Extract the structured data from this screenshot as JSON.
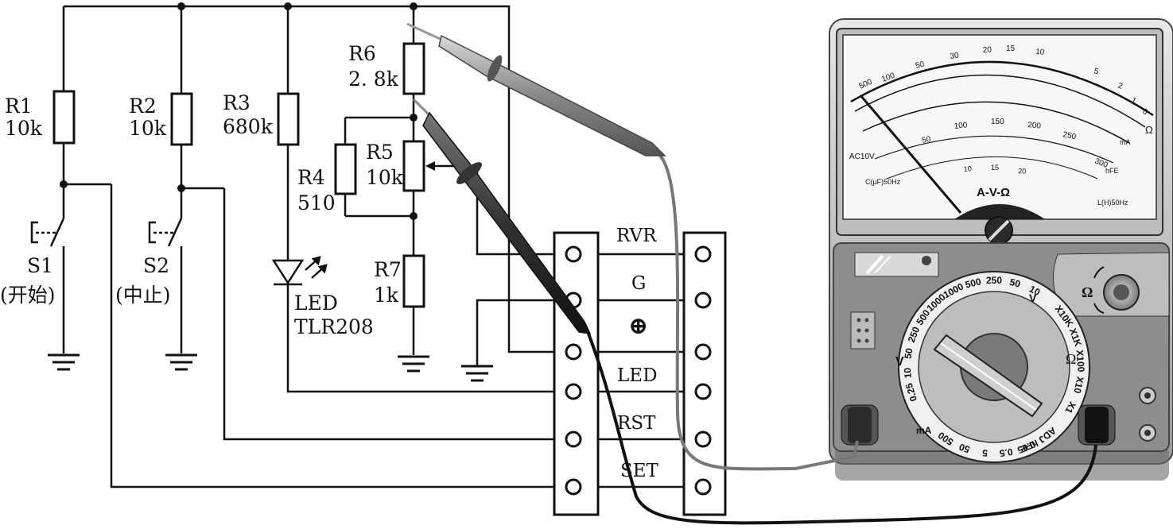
{
  "circuit": {
    "resistors": [
      {
        "name": "R1",
        "value": "10k"
      },
      {
        "name": "R2",
        "value": "10k"
      },
      {
        "name": "R3",
        "value": "680k"
      },
      {
        "name": "R4",
        "value": "510"
      },
      {
        "name": "R5",
        "value": "10k"
      },
      {
        "name": "R6",
        "value": "2. 8k"
      },
      {
        "name": "R7",
        "value": "1k"
      }
    ],
    "switches": [
      {
        "name": "S1",
        "caption": "(开始)"
      },
      {
        "name": "S2",
        "caption": "(中止)"
      }
    ],
    "led": {
      "label": "LED",
      "part": "TLR208"
    },
    "terminals": [
      "RVR",
      "G",
      "⊕",
      "LED",
      "RST",
      "SET"
    ]
  },
  "meter": {
    "scale": {
      "top_numbers": [
        "500",
        "100",
        "50",
        "30",
        "20",
        "15",
        "10",
        "5",
        "2",
        "1",
        "0"
      ],
      "ohm_symbol": "Ω",
      "mid_numbers": [
        "50",
        "100",
        "150",
        "200",
        "250",
        "300"
      ],
      "low_numbers": [
        "10",
        "15",
        "20"
      ],
      "ac_label": "AC10V",
      "cap_label": "C(μF)50Hz",
      "ind_label": "L(H)50Hz",
      "hfe_label": "hFE",
      "center_label": "A-V-Ω",
      "ma_label": "mA"
    },
    "dial": {
      "dc_v_label": "V",
      "dc_v_ranges": [
        "1000",
        "500",
        "250",
        "50",
        "10"
      ],
      "ac_v_label": "V",
      "ac_v_ranges": [
        "1000",
        "500",
        "250",
        "50",
        "10",
        "0.25"
      ],
      "ohm_label": "Ω",
      "ohm_ranges": [
        "X10K",
        "X1K",
        "X100",
        "X10",
        "X1"
      ],
      "ma_label": "mA",
      "ma_ranges": [
        "500",
        "50",
        "5",
        "0.5",
        "0.05"
      ],
      "extra_labels": [
        "ADJ",
        "hFE"
      ]
    },
    "adj_knob_label": "Ω"
  }
}
